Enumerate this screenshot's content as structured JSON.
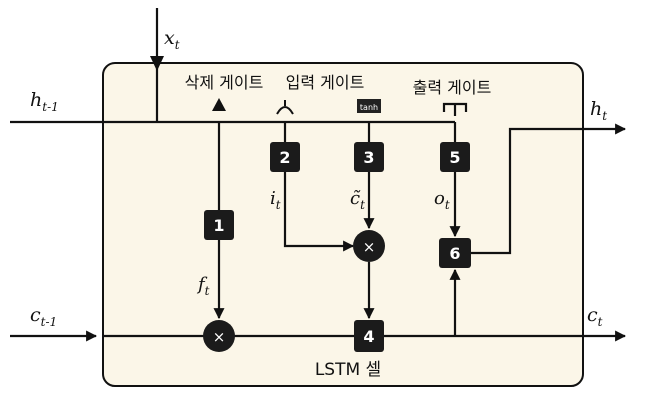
{
  "diagram": {
    "cell_label": "LSTM 셀",
    "gates": {
      "forget": "삭제 게이트",
      "input": "입력 게이트",
      "output": "출력 게이트"
    },
    "variables": {
      "x": "x",
      "x_sub": "t",
      "h_prev": "h",
      "h_prev_sub": "t-1",
      "h_next": "h",
      "h_next_sub": "t",
      "c_prev": "c",
      "c_prev_sub": "t-1",
      "c_next": "c",
      "c_next_sub": "t",
      "f": "f",
      "f_sub": "t",
      "i": "i",
      "i_sub": "t",
      "c_tilde": "c̃",
      "c_tilde_sub": "t",
      "o": "o",
      "o_sub": "t"
    },
    "steps": [
      "1",
      "2",
      "3",
      "4",
      "5",
      "6"
    ],
    "multiply_symbol": "×",
    "tanh_icon_text": "tanh",
    "colors": {
      "cell_fill": "#fbf6e8",
      "line": "#111111",
      "box": "#1b1b1b"
    }
  }
}
